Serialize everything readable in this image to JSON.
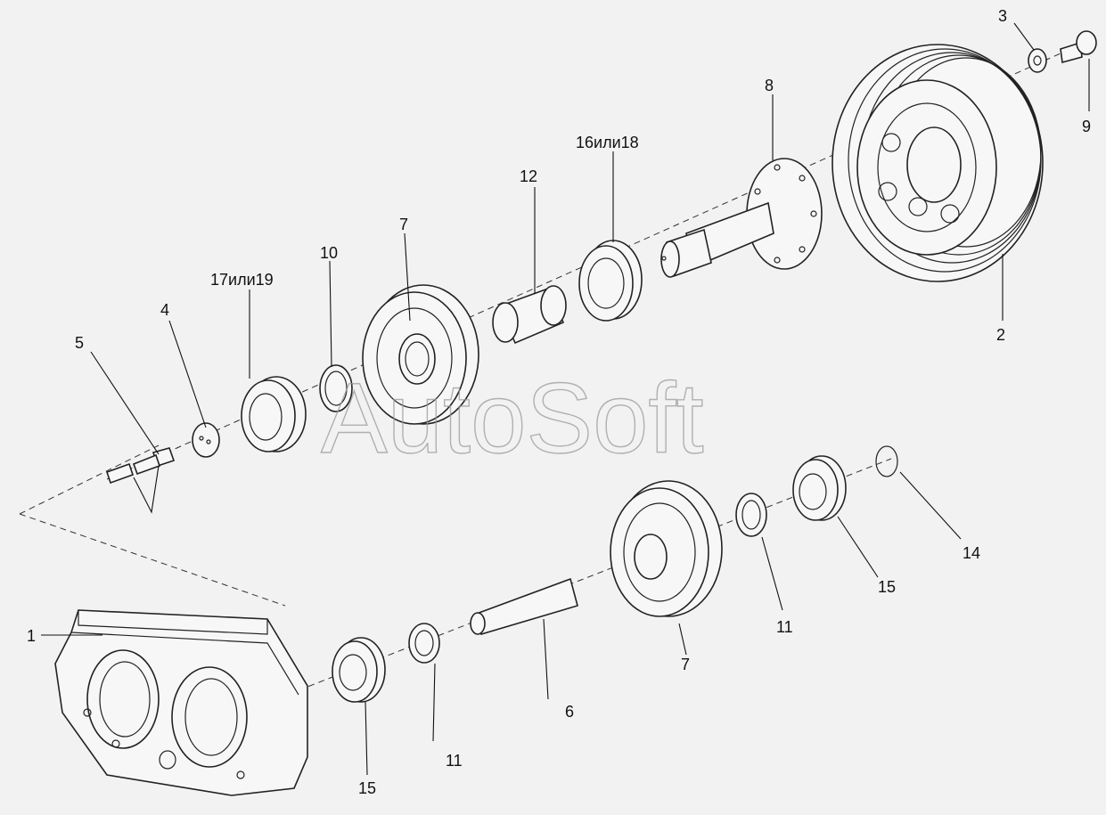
{
  "watermark": "AutoSoft",
  "callouts": {
    "c1": "1",
    "c2": "2",
    "c3": "3",
    "c4": "4",
    "c5": "5",
    "c6": "6",
    "c7a": "7",
    "c7b": "7",
    "c8": "8",
    "c9": "9",
    "c10": "10",
    "c11a": "11",
    "c11b": "11",
    "c12": "12",
    "c14": "14",
    "c15a": "15",
    "c15b": "15",
    "c16": "16или18",
    "c17": "17или19"
  }
}
